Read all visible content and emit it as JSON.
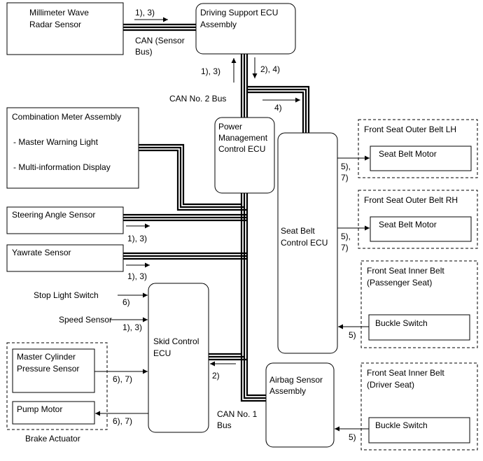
{
  "components": {
    "radar": [
      "Millimeter Wave",
      "Radar Sensor"
    ],
    "dsecu": [
      "Driving Support ECU",
      "Assembly"
    ],
    "meter": "Combination Meter Assembly",
    "meter_items": [
      "- Master Warning Light",
      "- Multi-information Display"
    ],
    "pmecu": [
      "Power",
      "Management",
      "Control ECU"
    ],
    "steering": "Steering Angle Sensor",
    "yawrate": "Yawrate Sensor",
    "sbecu": [
      "Seat Belt",
      "Control ECU"
    ],
    "skid": [
      "Skid Control",
      "ECU"
    ],
    "master_cyl": [
      "Master Cylinder",
      "Pressure Sensor"
    ],
    "pump": "Pump Motor",
    "brake_actuator": "Brake Actuator",
    "airbag": [
      "Airbag Sensor",
      "Assembly"
    ],
    "stop_light": "Stop Light Switch",
    "speed_sensor": "Speed Sensor"
  },
  "groups": {
    "outer_lh": {
      "title": "Front Seat Outer Belt LH",
      "item": "Seat Belt Motor"
    },
    "outer_rh": {
      "title": "Front Seat Outer Belt RH",
      "item": "Seat Belt Motor"
    },
    "inner_passenger": {
      "title": [
        "Front Seat Inner Belt",
        "(Passenger Seat)"
      ],
      "item": "Buckle Switch"
    },
    "inner_driver": {
      "title": [
        "Front Seat Inner Belt",
        "(Driver Seat)"
      ],
      "item": "Buckle Switch"
    }
  },
  "buses": {
    "sensor_bus": [
      "CAN (Sensor",
      "Bus)"
    ],
    "can2": "CAN No. 2 Bus",
    "can1": [
      "CAN No. 1",
      "Bus"
    ]
  },
  "signal_labels": {
    "radar_to_dsecu": "1), 3)",
    "up_to_dsecu": "1), 3)",
    "down_from_dsecu": "2), 4)",
    "to_sbecu": "4)",
    "steering": "1), 3)",
    "yawrate": "1), 3)",
    "stop_light": "6)",
    "speed": "1), 3)",
    "master_cyl": "6), 7)",
    "pump": "6), 7)",
    "skid_in": "2)",
    "lh_motor": [
      "5),",
      "7)"
    ],
    "rh_motor": [
      "5),",
      "7)"
    ],
    "passenger_buckle": "5)",
    "driver_buckle": "5)"
  }
}
